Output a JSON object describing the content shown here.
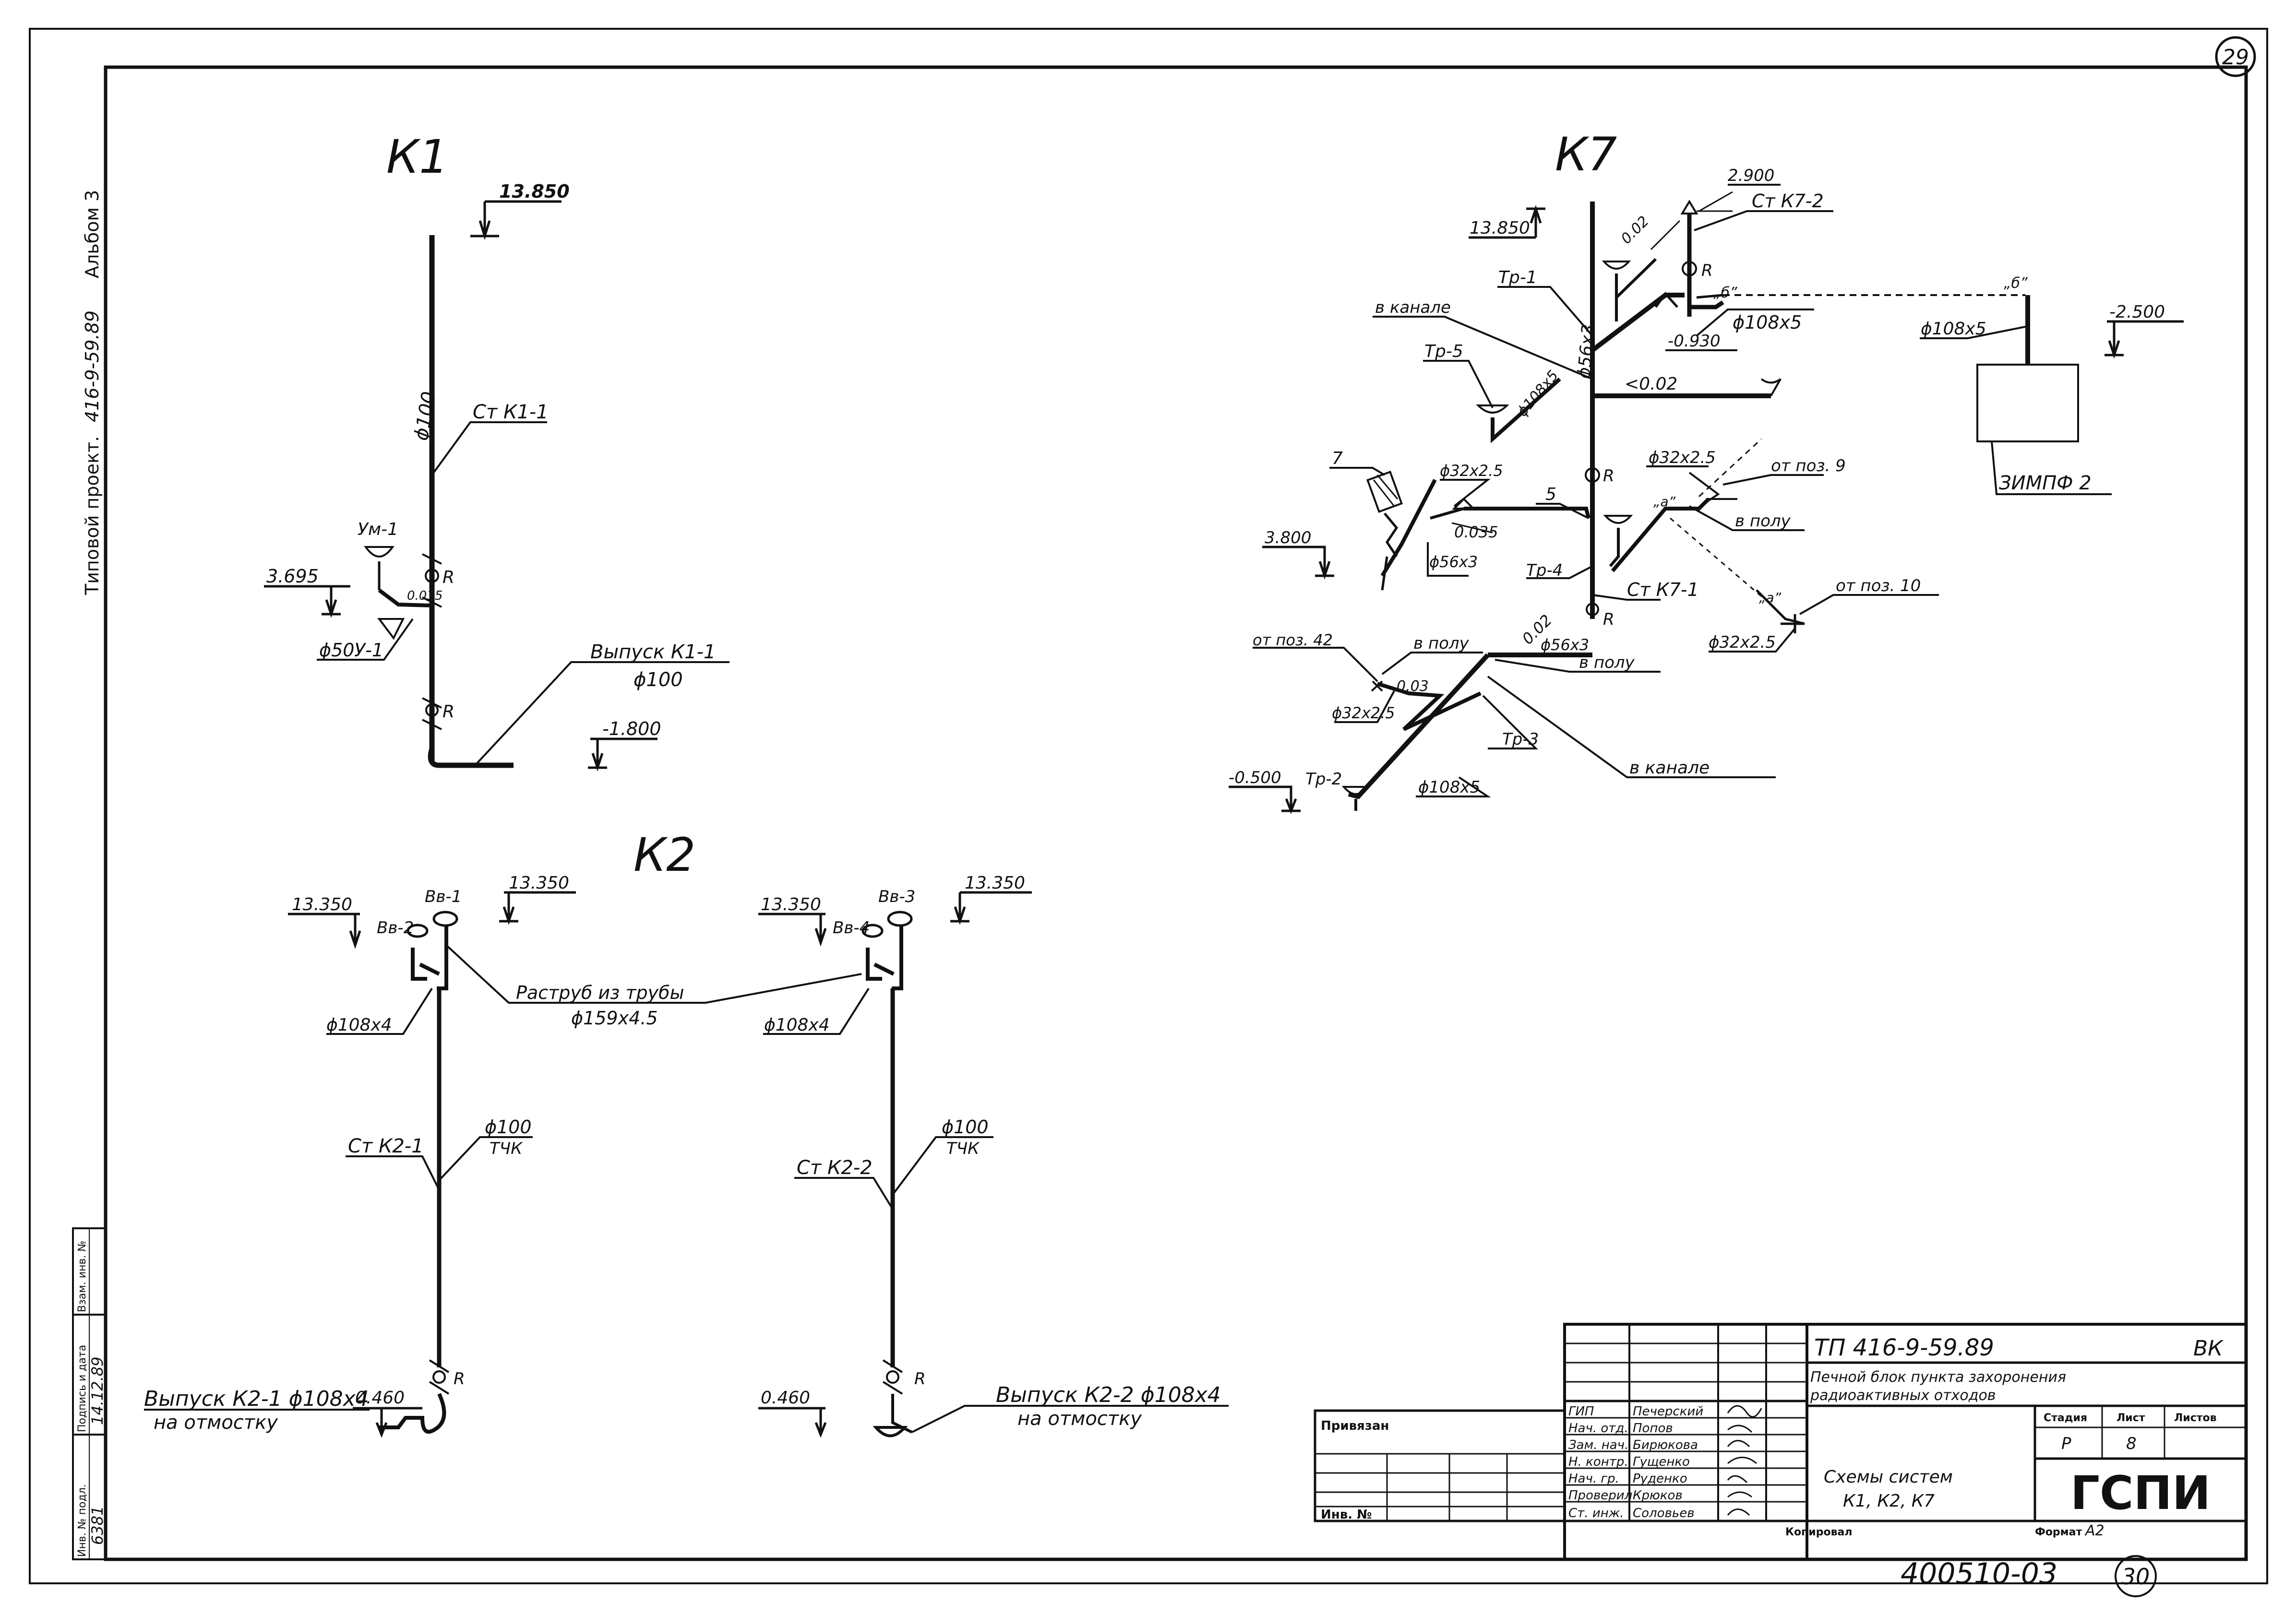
{
  "sheet": {
    "corner_number": "29",
    "bottom_number": "30",
    "handwritten_code": "400510-03",
    "side_text": {
      "project_prefix": "Типовой проект.",
      "project_code": "416-9-59.89",
      "album": "Альбом 3"
    }
  },
  "k1": {
    "title": "К1",
    "top_level": "13.850",
    "left_level": "3.695",
    "bottom_level": "-1.800",
    "riser_label": "Ст К1-1",
    "riser_diameter": "ϕ100",
    "fixture_label": "Ум-1",
    "fixture_pipe": "ϕ50",
    "fixture_code": "У-1",
    "slope": "0.035",
    "valve_mark_1": "R",
    "valve_mark_2": "R",
    "outlet_label": "Выпуск К1-1",
    "outlet_diameter": "ϕ100"
  },
  "k2": {
    "title": "К2",
    "level_left_1": "13.350",
    "level_left_2": "13.350",
    "level_right_1": "13.350",
    "level_right_2": "13.350",
    "drain_1": "Вв-1",
    "drain_2": "Вв-2",
    "drain_3": "Вв-3",
    "drain_4": "Вв-4",
    "socket_note_1": "Раструб из трубы",
    "socket_note_2": "ϕ159x4.5",
    "pipe_left": "ϕ108x4",
    "pipe_right": "ϕ108x4",
    "riser_left": "Ст К2-1",
    "riser_right": "Ст К2-2",
    "dia_left": "ϕ100",
    "dia_right": "ϕ100",
    "mat_left": "ТЧК",
    "mat_right": "ТЧК",
    "level_bottom_left": "0.460",
    "level_bottom_right": "0.460",
    "valve_left": "R",
    "valve_right": "R",
    "outlet_left_1": "Выпуск К2-1 ϕ108x4",
    "outlet_left_2": "на отмостку",
    "outlet_right_1": "Выпуск К2-2 ϕ108x4",
    "outlet_right_2": "на отмостку"
  },
  "k7": {
    "title": "К7",
    "level_top": "13.850",
    "level_2900": "2.900",
    "level_m0930": "-0.930",
    "level_3800": "3.800",
    "level_m0500": "-0.500",
    "level_m2500": "-2.500",
    "riser_1": "Ст К7-2",
    "riser_2": "Ст К7-1",
    "tr1": "Тр-1",
    "tr2": "Тр-2",
    "tr3": "Тр-3",
    "tr4": "Тр-4",
    "tr5": "Тр-5",
    "in_channel_1": "в канале",
    "in_channel_2": "в канале",
    "in_floor_1": "в полу",
    "in_floor_2": "в полу",
    "in_floor_3": "в полу",
    "pipe_108_1": "ϕ108x5",
    "pipe_108_2": "ϕ108x5",
    "pipe_108_3": "ϕ108x5",
    "pipe_108_4": "ϕ108x5",
    "pipe_56_1": "ϕ56x3",
    "pipe_56_2": "ϕ56x3",
    "pipe_56_3": "ϕ56x3",
    "pipe_32_1": "ϕ32x2.5",
    "pipe_32_2": "ϕ32x2.5",
    "pipe_32_3": "ϕ32x2.5",
    "pipe_32_4": "ϕ32x2.5",
    "slope_1": "0.02",
    "slope_2": "<0.02",
    "slope_3": "0.035",
    "slope_4": "0.02",
    "slope_5": "0.03",
    "from_9": "от поз. 9",
    "from_10": "от поз. 10",
    "from_42": "от поз. 42",
    "mark_7": "7",
    "mark_5": "5",
    "mark_a": "„а”",
    "mark_a2": "„а”",
    "mark_b": "„б”",
    "mark_b2": "„б”",
    "valve_1": "R",
    "valve_2": "R",
    "valve_3": "R",
    "tank_label": "ЗИМПФ 2"
  },
  "title_block": {
    "code": "ТП 416-9-59.89",
    "section": "ВК",
    "org_line1": "Печной блок пункта захоронения",
    "org_line2": "радиоактивных отходов",
    "sheet_title_1": "Схемы систем",
    "sheet_title_2": "К1, К2, К7",
    "stage_h": "Стадия",
    "sheet_h": "Лист",
    "sheets_h": "Листов",
    "stage": "Р",
    "sheet_no": "8",
    "org": "ГСПИ",
    "attached": "Привязан",
    "inv_no": "Инв. №",
    "copied": "Копировал",
    "format_label": "Формат",
    "format": "А2",
    "roles": [
      "ГИП",
      "Нач. отд.",
      "Зам. нач.",
      "Н. контр.",
      "Нач. гр.",
      "Проверил",
      "Ст. инж."
    ],
    "names": [
      "Печерский",
      "Попов",
      "Бирюкова",
      "Гущенко",
      "Руденко",
      "Крюков",
      "Соловьев"
    ]
  },
  "stamp": {
    "h_inv": "Инв. № подл.",
    "h_sign": "Подпись и дата",
    "h_repl": "Взам. инв. №",
    "inv": "6381",
    "date": "14.12.89"
  }
}
